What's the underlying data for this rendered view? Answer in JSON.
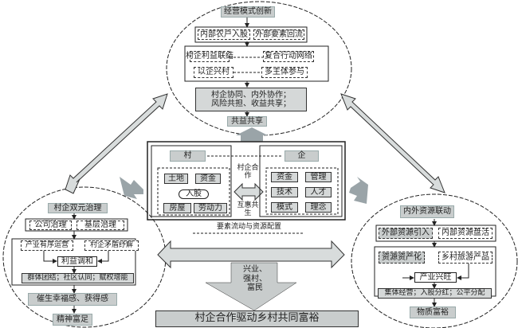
{
  "top": {
    "title": "经营模式创新",
    "row1": [
      "内部农户入股",
      "外部要素回流"
    ],
    "net": [
      "村企利益联结",
      "复合行动网络",
      "以企兴村",
      "多主体参与"
    ],
    "summary": [
      "村企协同、内外协作；",
      "风险共担、收益共享；"
    ],
    "result": "共益共享"
  },
  "center": {
    "village": "村",
    "enterprise": "企",
    "village_items": [
      "土地",
      "资金",
      "入股",
      "房屋",
      "劳动力"
    ],
    "coop": "村企合作",
    "mutual": "互惠共生",
    "enterprise_items": [
      "资金",
      "管理",
      "技术",
      "人才",
      "模式",
      "理念"
    ],
    "caption": "要素流动与资源配置"
  },
  "left": {
    "title": "村企双元治理",
    "row1": [
      "公司治理",
      "基层治理"
    ],
    "row2": [
      "产业有序运营",
      "村企矛盾纾解"
    ],
    "mid": "利益调和",
    "bar": "群体团结；社区认同；赋权增能",
    "feel": "催生幸福感、获得感",
    "result": "精神富足"
  },
  "right": {
    "title": "内外资源联动",
    "row1": [
      "外部资源引入",
      "内部资源盘活"
    ],
    "row2": [
      "资源资产化",
      "乡村旅游产品"
    ],
    "mid": "产业兴旺",
    "bar": "集体经营；入股分红；公平分配",
    "result": "物质富裕"
  },
  "bottom": {
    "arrow_text": [
      "兴业、",
      "强村、",
      "富民"
    ],
    "banner": "村企合作驱动乡村共同富裕"
  }
}
